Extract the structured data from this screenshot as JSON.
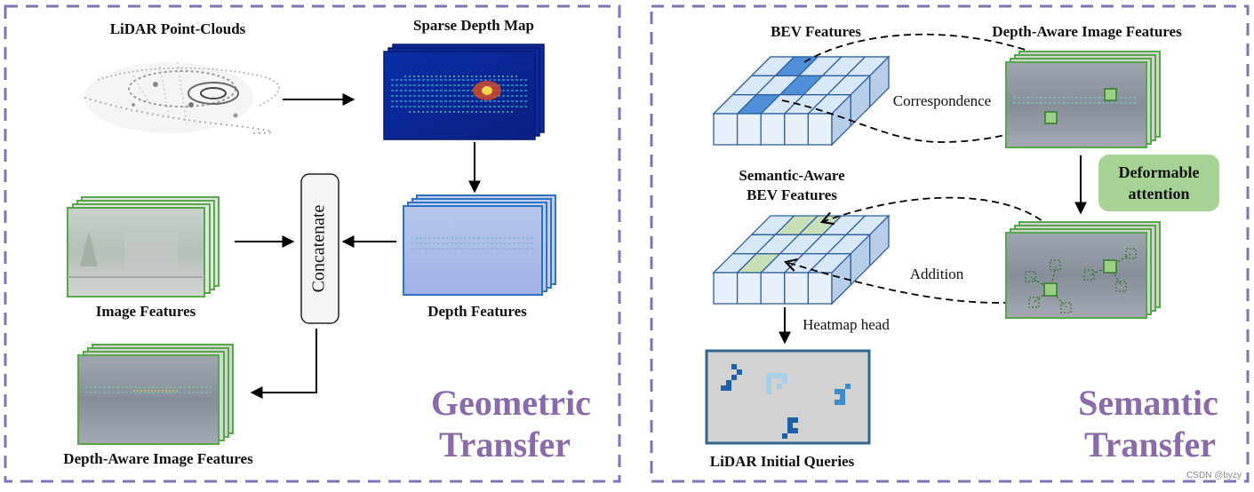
{
  "geometric": {
    "title_line1": "Geometric",
    "title_line2": "Transfer",
    "lidar_label": "LiDAR Point-Clouds",
    "sparse_label": "Sparse Depth Map",
    "image_label": "Image Features",
    "concat_label": "Concatenate",
    "depth_label": "Depth Features",
    "output_label": "Depth-Aware Image Features"
  },
  "semantic": {
    "title_line1": "Semantic",
    "title_line2": "Transfer",
    "bev_label": "BEV Features",
    "depth_aware_label": "Depth-Aware Image Features",
    "correspondence_label": "Correspondence",
    "deformable_line1": "Deformable",
    "deformable_line2": "attention",
    "semantic_bev_line1": "Semantic-Aware",
    "semantic_bev_line2": "BEV Features",
    "addition_label": "Addition",
    "heatmap_label": "Heatmap head",
    "queries_label": "LiDAR Initial Queries"
  },
  "watermark": "CSDN @byzy",
  "colors": {
    "panel_border": "#7c74b6",
    "title": "#8a6aa8",
    "feature_border_green": "#58a84a",
    "feature_border_blue": "#2f72c0",
    "bev_face": "#d9e8f7",
    "bev_highlight_blue": "#4f8fd8",
    "bev_highlight_green": "#c8dfb8",
    "deformable_fill": "#a6d395",
    "query_border": "#31678f"
  }
}
